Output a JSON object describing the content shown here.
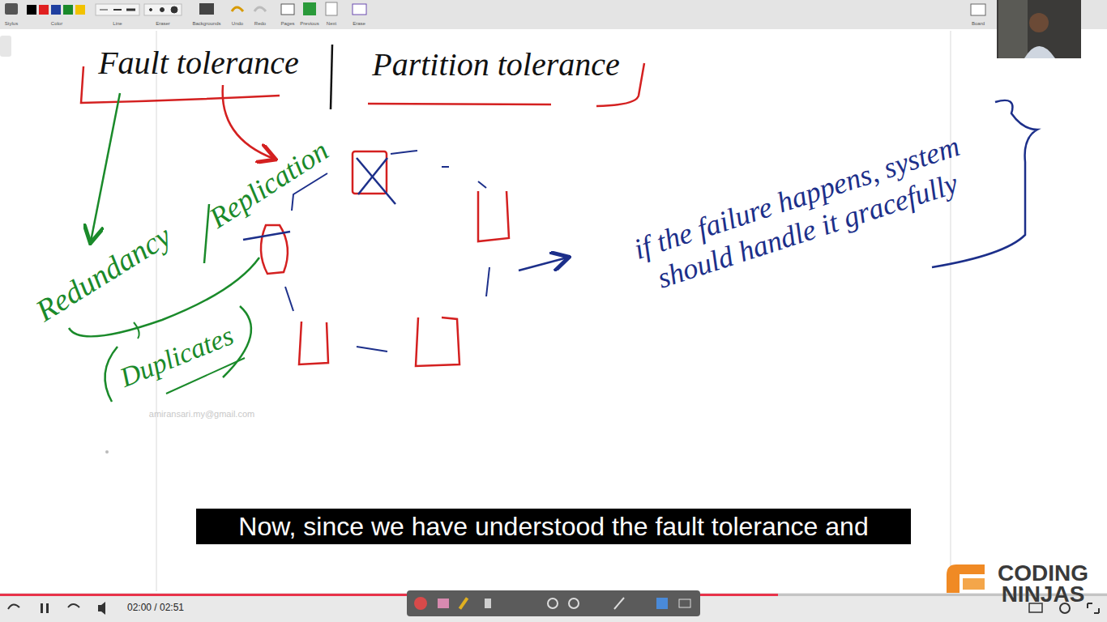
{
  "diagram": {
    "labels": [
      "Stylus",
      "Color",
      "Line",
      "Eraser",
      "Backgrounds",
      "Undo",
      "Redo",
      "Pages",
      "Previous",
      "Next",
      "Erase",
      "Board",
      "Fault tolerance",
      "Partition tolerance",
      "Redundancy",
      "Replication",
      "Duplicates",
      "if the failure happens, system should handle it gracefully",
      "amiransari.my@gmail.com",
      "Now, since we have understood the fault tolerance and",
      "CODING",
      "NINJAS",
      "02:00 / 02:51"
    ]
  }
}
